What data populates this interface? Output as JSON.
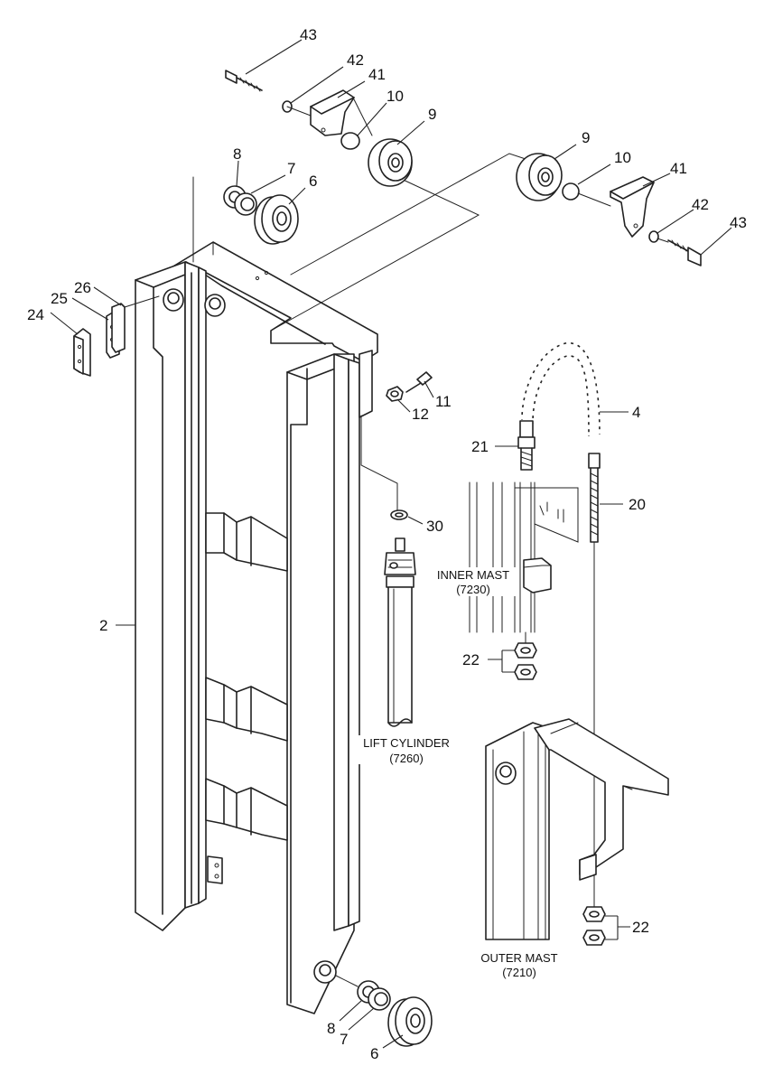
{
  "callouts": {
    "c43a": "43",
    "c42a": "42",
    "c41a": "41",
    "c10a": "10",
    "c9a": "9",
    "c8a": "8",
    "c7a": "7",
    "c6a": "6",
    "c9b": "9",
    "c10b": "10",
    "c41b": "41",
    "c42b": "42",
    "c43b": "43",
    "c26": "26",
    "c25": "25",
    "c24": "24",
    "c11": "11",
    "c12": "12",
    "c4": "4",
    "c21": "21",
    "c20": "20",
    "c30": "30",
    "c2": "2",
    "c22a": "22",
    "c22b": "22",
    "c8b": "8",
    "c7b": "7",
    "c6b": "6"
  },
  "labels": {
    "inner_mast": "INNER MAST",
    "inner_mast_ref": "(7230)",
    "lift_cylinder": "LIFT CYLINDER",
    "lift_cylinder_ref": "(7260)",
    "outer_mast": "OUTER MAST",
    "outer_mast_ref": "(7210)"
  }
}
